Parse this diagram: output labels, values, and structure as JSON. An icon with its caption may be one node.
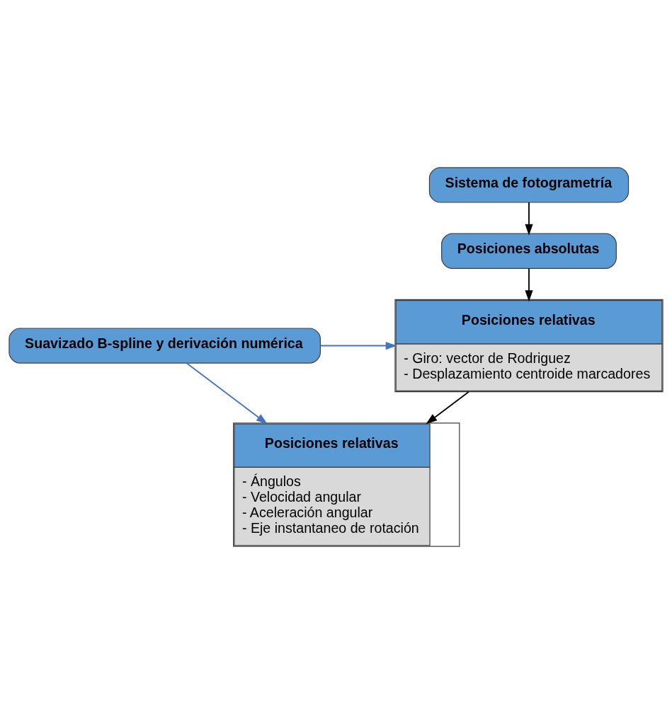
{
  "diagram": {
    "nodes": [
      {
        "text": [
          "Sistema de fotogrametría"
        ]
      },
      {
        "text": [
          "Posiciones absolutas"
        ]
      },
      {
        "text": [
          "Posiciones relativas",
          "- Giro: vector de Rodriguez",
          "- Desplazamiento centroide marcadores"
        ]
      },
      {
        "text": [
          "Posiciones relativas",
          "- Ángulos",
          "- Velocidad angular",
          "- Aceleración angular",
          "- Eje instantaneo de rotación"
        ]
      },
      {
        "text": [
          "Suavizado B-spline y derivación numérica"
        ]
      }
    ],
    "edges": [
      {
        "from": 0,
        "to": 1,
        "arrow": "to"
      },
      {
        "from": 1,
        "to": 2,
        "arrow": "to"
      },
      {
        "from": 2,
        "to": 3,
        "arrow": "to"
      },
      {
        "from": 4,
        "to": 2,
        "arrow": "to",
        "color": "#4472c4"
      },
      {
        "from": 4,
        "to": 3,
        "arrow": "to",
        "color": "#4472c4"
      }
    ]
  }
}
